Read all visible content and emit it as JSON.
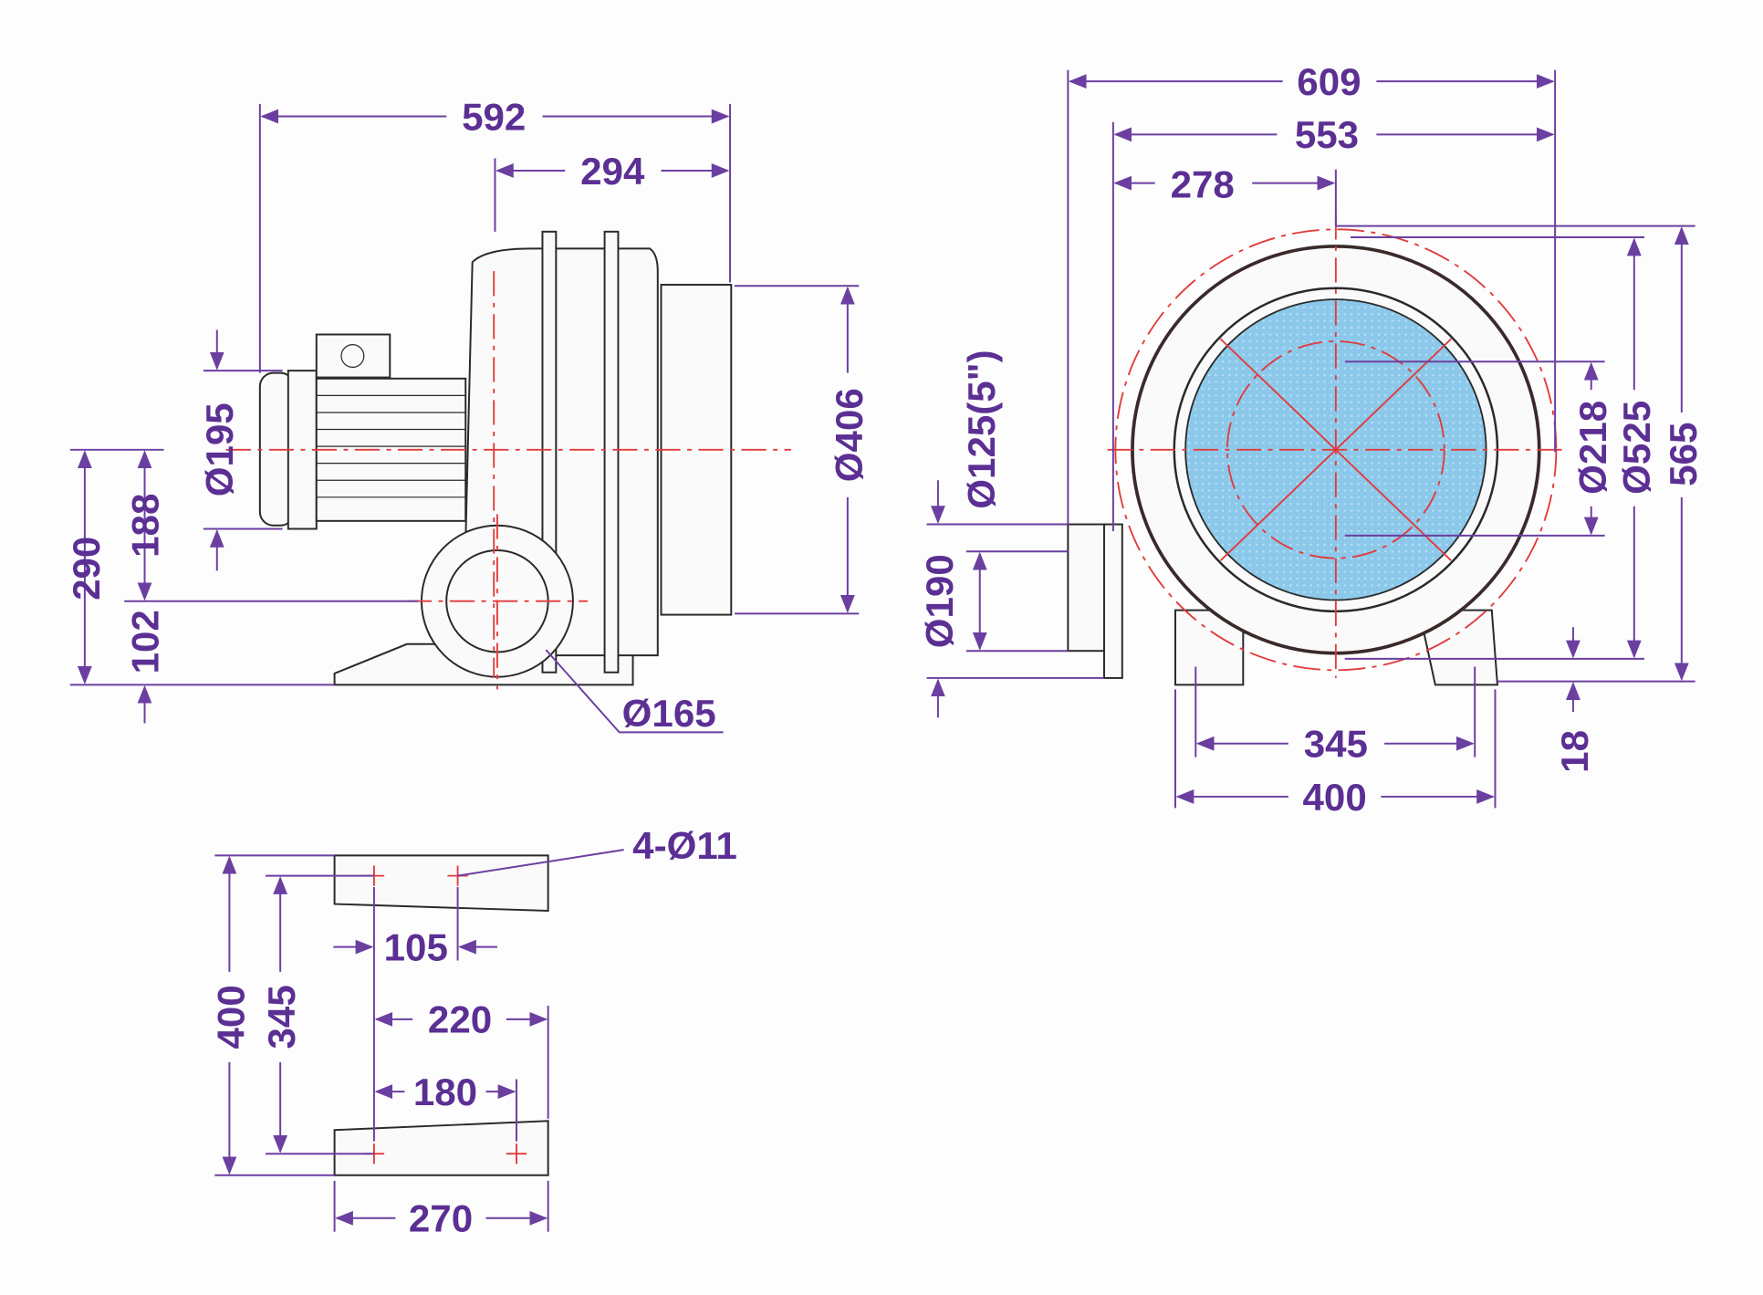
{
  "drawing": {
    "side_view": {
      "overall_length": "592",
      "housing_length": "294",
      "motor_diameter": "Ø195",
      "total_height_axis": "290",
      "axis_to_outlet": "188",
      "outlet_axis_height": "102",
      "inlet_diameter": "Ø406",
      "outlet_diameter": "Ø165"
    },
    "front_view": {
      "overall_width": "609",
      "housing_width": "553",
      "center_offset": "278",
      "pipe_size": "Ø125(5\")",
      "flange_diameter": "Ø190",
      "inner_circle": "Ø218",
      "housing_diameter": "Ø525",
      "overall_height": "565",
      "base_thickness": "18",
      "base_hole_spacing": "345",
      "base_width": "400"
    },
    "base_plan": {
      "holes": "4-Ø11",
      "hole_offset": "105",
      "hole_span_top": "220",
      "hole_span_bottom": "180",
      "base_length": "270",
      "overall_depth": "400",
      "hole_depth": "345"
    }
  },
  "colors": {
    "dimension": "#5b2f93",
    "centerline": "#e23a3a",
    "impeller": "#8cc8ea"
  }
}
